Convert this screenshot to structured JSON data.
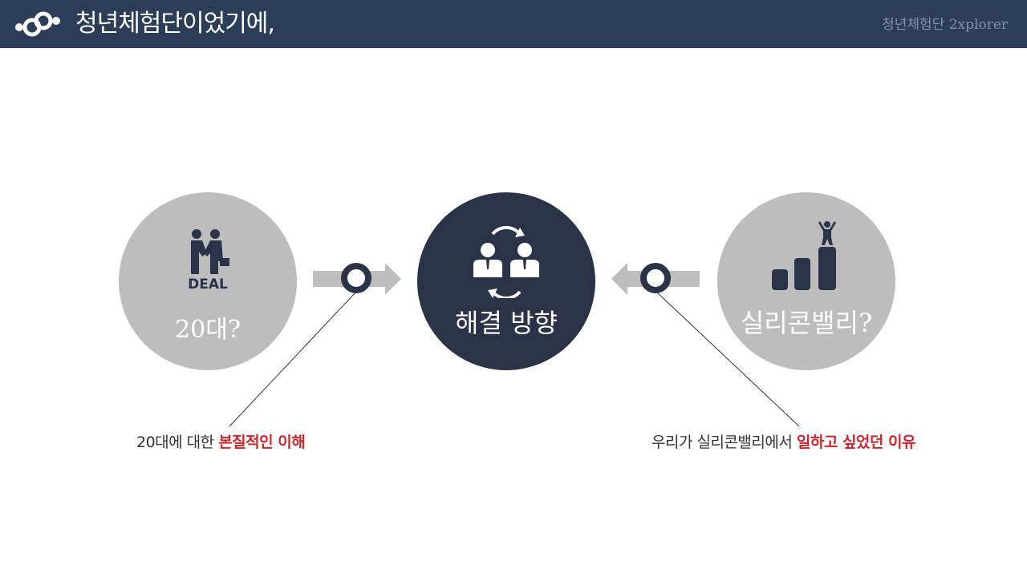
{
  "header": {
    "title": "청년체험단이었기에,",
    "brand": "청년체험단 2xplorer",
    "background": "#2b3d57"
  },
  "circles": {
    "left": {
      "label": "20대?",
      "icon": "handshake-deal-icon",
      "icon_text": "DEAL"
    },
    "center": {
      "label": "해결 방향",
      "icon": "team-exchange-icon"
    },
    "right": {
      "label": "실리콘밸리?",
      "icon": "growth-bars-person-icon"
    }
  },
  "captions": {
    "left": {
      "text": "20대에 대한 ",
      "highlight": "본질적인 이해"
    },
    "right": {
      "text": "우리가 실리콘밸리에서 ",
      "highlight": "일하고 싶었던 이유"
    }
  },
  "colors": {
    "navy": "#2b3348",
    "gray": "#bdbdbd",
    "highlight": "#d0262b"
  }
}
